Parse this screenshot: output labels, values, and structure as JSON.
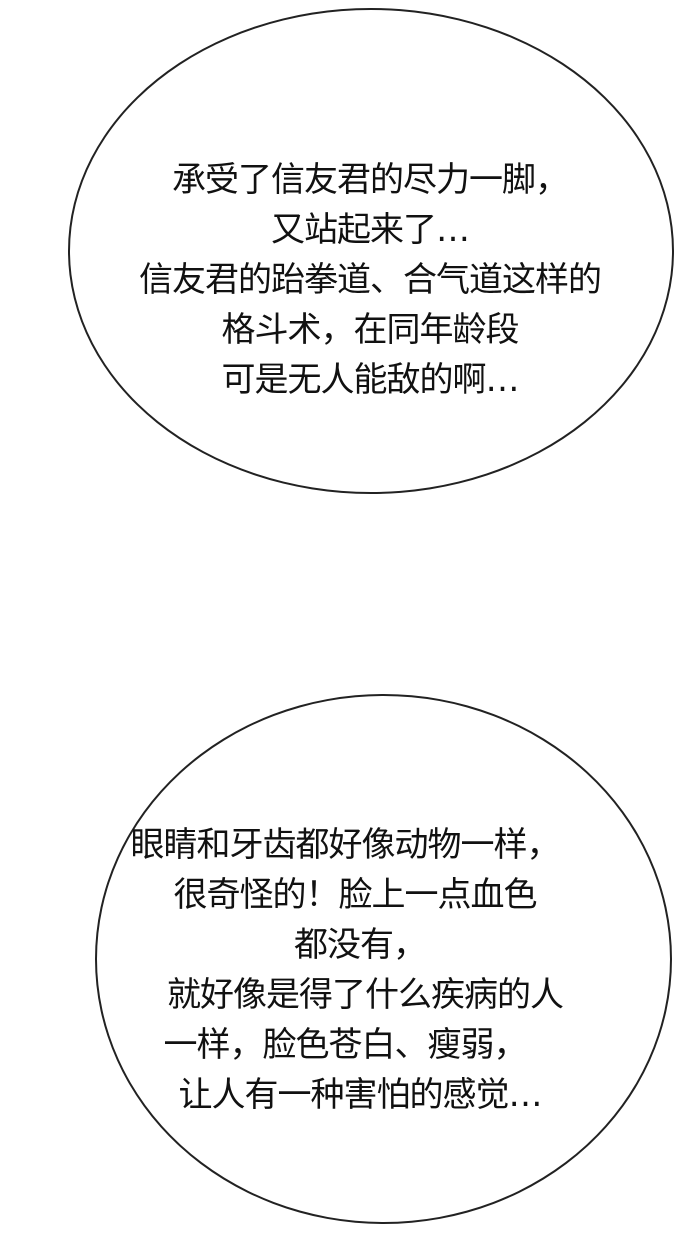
{
  "bubbles": [
    {
      "lines": [
        "承受了信友君的尽力一脚，",
        "又站起来了…",
        "信友君的跆拳道、合气道这样的",
        "格斗术，在同年龄段",
        "可是无人能敌的啊…"
      ]
    },
    {
      "lines": [
        "眼睛和牙齿都好像动物一样，",
        "很奇怪的！脸上一点血色",
        "都没有，",
        "就好像是得了什么疾病的人",
        "一样，脸色苍白、瘦弱，",
        "让人有一种害怕的感觉…"
      ]
    }
  ]
}
